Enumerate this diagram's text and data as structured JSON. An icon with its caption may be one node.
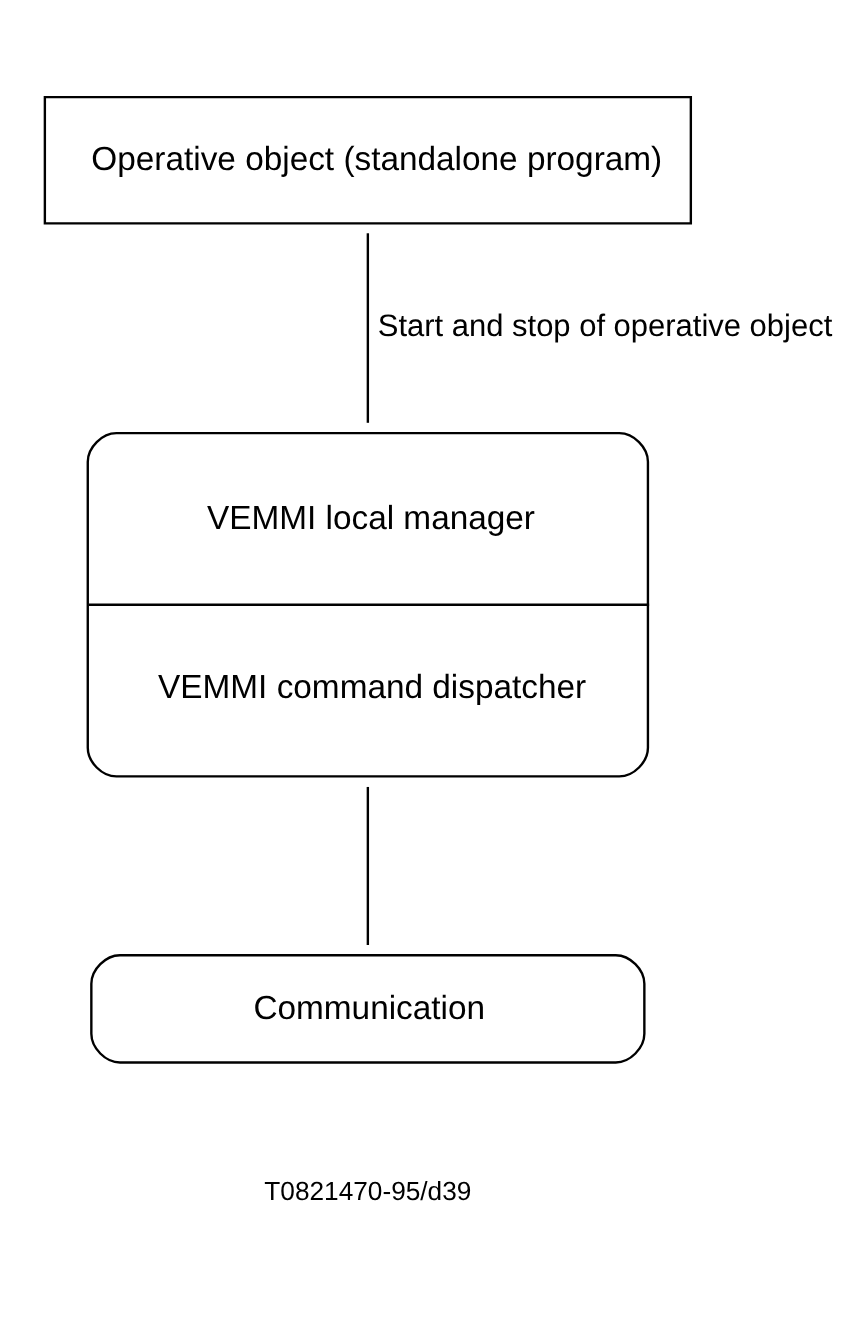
{
  "diagram": {
    "nodes": [
      {
        "text": [
          "Operative object (standalone program)"
        ]
      },
      {
        "text": [
          "VEMMI local manager",
          "VEMMI command dispatcher"
        ]
      },
      {
        "text": [
          "Communication"
        ]
      }
    ],
    "edges": [
      {
        "from": 0,
        "to": 1,
        "arrow": "none",
        "label": "Start and stop of operative object"
      },
      {
        "from": 1,
        "to": 2,
        "arrow": "none"
      }
    ],
    "labels": [
      "T0821470-95/d39"
    ]
  }
}
